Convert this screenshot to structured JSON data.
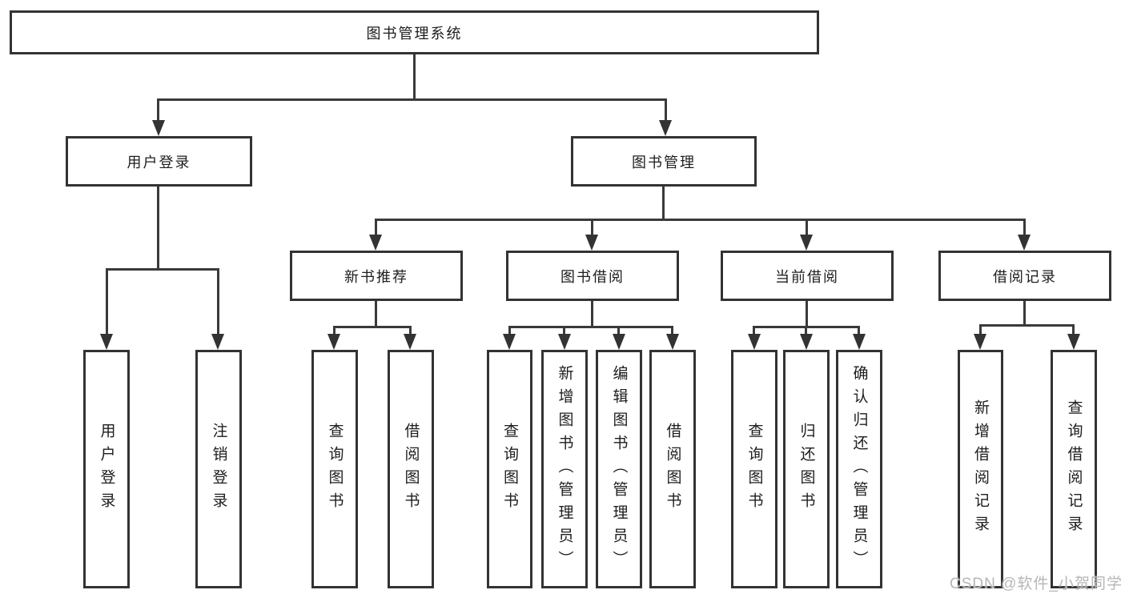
{
  "tree": {
    "label": "图书管理系统",
    "children": [
      {
        "label": "用户登录",
        "children": [
          {
            "label": "用户登录"
          },
          {
            "label": "注销登录"
          }
        ]
      },
      {
        "label": "图书管理",
        "children": [
          {
            "label": "新书推荐",
            "children": [
              {
                "label": "查询图书"
              },
              {
                "label": "借阅图书"
              }
            ]
          },
          {
            "label": "图书借阅",
            "children": [
              {
                "label": "查询图书"
              },
              {
                "label": "新增图书（管理员）"
              },
              {
                "label": "编辑图书（管理员）"
              },
              {
                "label": "借阅图书"
              }
            ]
          },
          {
            "label": "当前借阅",
            "children": [
              {
                "label": "查询图书"
              },
              {
                "label": "归还图书"
              },
              {
                "label": "确认归还（管理员）"
              }
            ]
          },
          {
            "label": "借阅记录",
            "children": [
              {
                "label": "新增借阅记录"
              },
              {
                "label": "查询借阅记录"
              }
            ]
          }
        ]
      }
    ]
  },
  "watermark": "CSDN @软件_小贺同学",
  "colors": {
    "line": "#3a3a3a",
    "border": "#333333",
    "text": "#1d1d1d",
    "background": "#ffffff",
    "watermark": "#b6b6b6"
  }
}
